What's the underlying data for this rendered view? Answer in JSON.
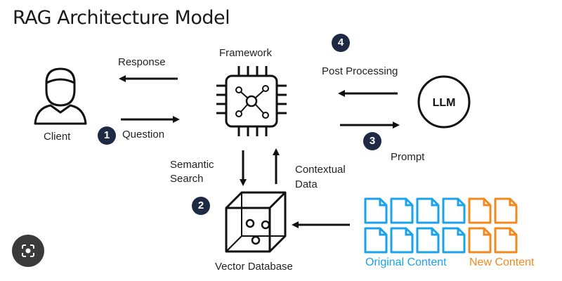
{
  "title": "RAG Architecture Model",
  "nodes": {
    "client": "Client",
    "framework": "Framework",
    "llm": "LLM",
    "vector_db": "Vector Database"
  },
  "steps": {
    "step1": "1",
    "step2": "2",
    "step3": "3",
    "step4": "4"
  },
  "edges": {
    "response": "Response",
    "question": "Question",
    "post_processing": "Post Processing",
    "prompt": "Prompt",
    "semantic_search_line1": "Semantic",
    "semantic_search_line2": "Search",
    "contextual_data_line1": "Contextual",
    "contextual_data_line2": "Data"
  },
  "sources": {
    "original_label": "Original Content",
    "new_label": "New Content",
    "original_color": "#1aa3e8",
    "new_color": "#f08a1e"
  },
  "lens_icon": "image-search-icon"
}
